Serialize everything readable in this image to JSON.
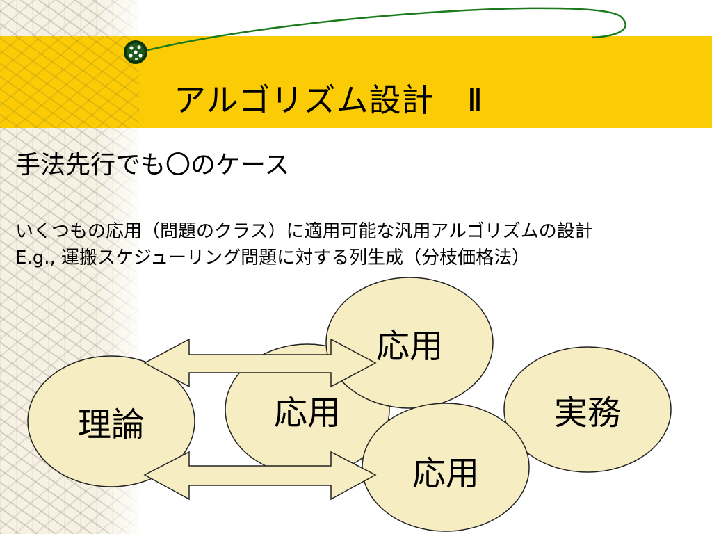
{
  "slide": {
    "title": "アルゴリズム設計　Ⅱ",
    "heading": "手法先行でも〇のケース",
    "body_lines": [
      "いくつもの応用（問題のクラス）に適用可能な汎用アルゴリズムの設計",
      "E.g., 運搬スケジューリング問題に対する列生成（分枝価格法）"
    ]
  },
  "diagram": {
    "bubbles": [
      {
        "label": "理論"
      },
      {
        "label": "応用"
      },
      {
        "label": "応用"
      },
      {
        "label": "応用"
      },
      {
        "label": "実務"
      }
    ]
  },
  "colors": {
    "band": "#fbcb06",
    "bubble_fill": "#f7edc3",
    "arrow_fill": "#f7edc3",
    "swoosh": "#1b7a1b"
  }
}
